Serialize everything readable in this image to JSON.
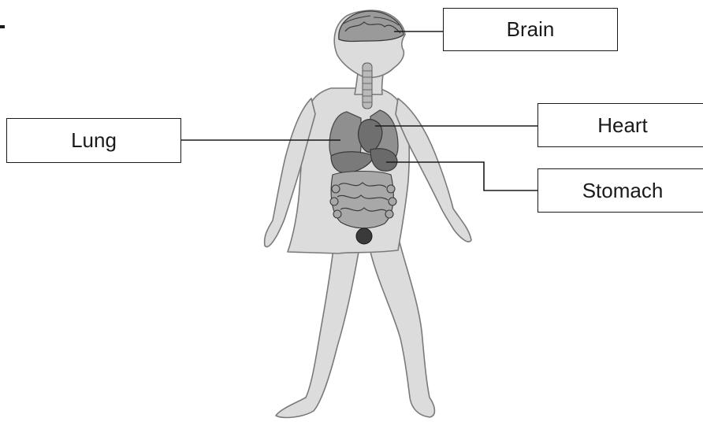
{
  "labels": {
    "brain": "Brain",
    "lung": "Lung",
    "heart": "Heart",
    "stomach": "Stomach"
  },
  "colors": {
    "skin": "#dcdcdc",
    "outline": "#7a7a7a",
    "organ": "#8f8f8f",
    "organ_dark": "#5a5a5a",
    "line": "#1a1a1a"
  }
}
